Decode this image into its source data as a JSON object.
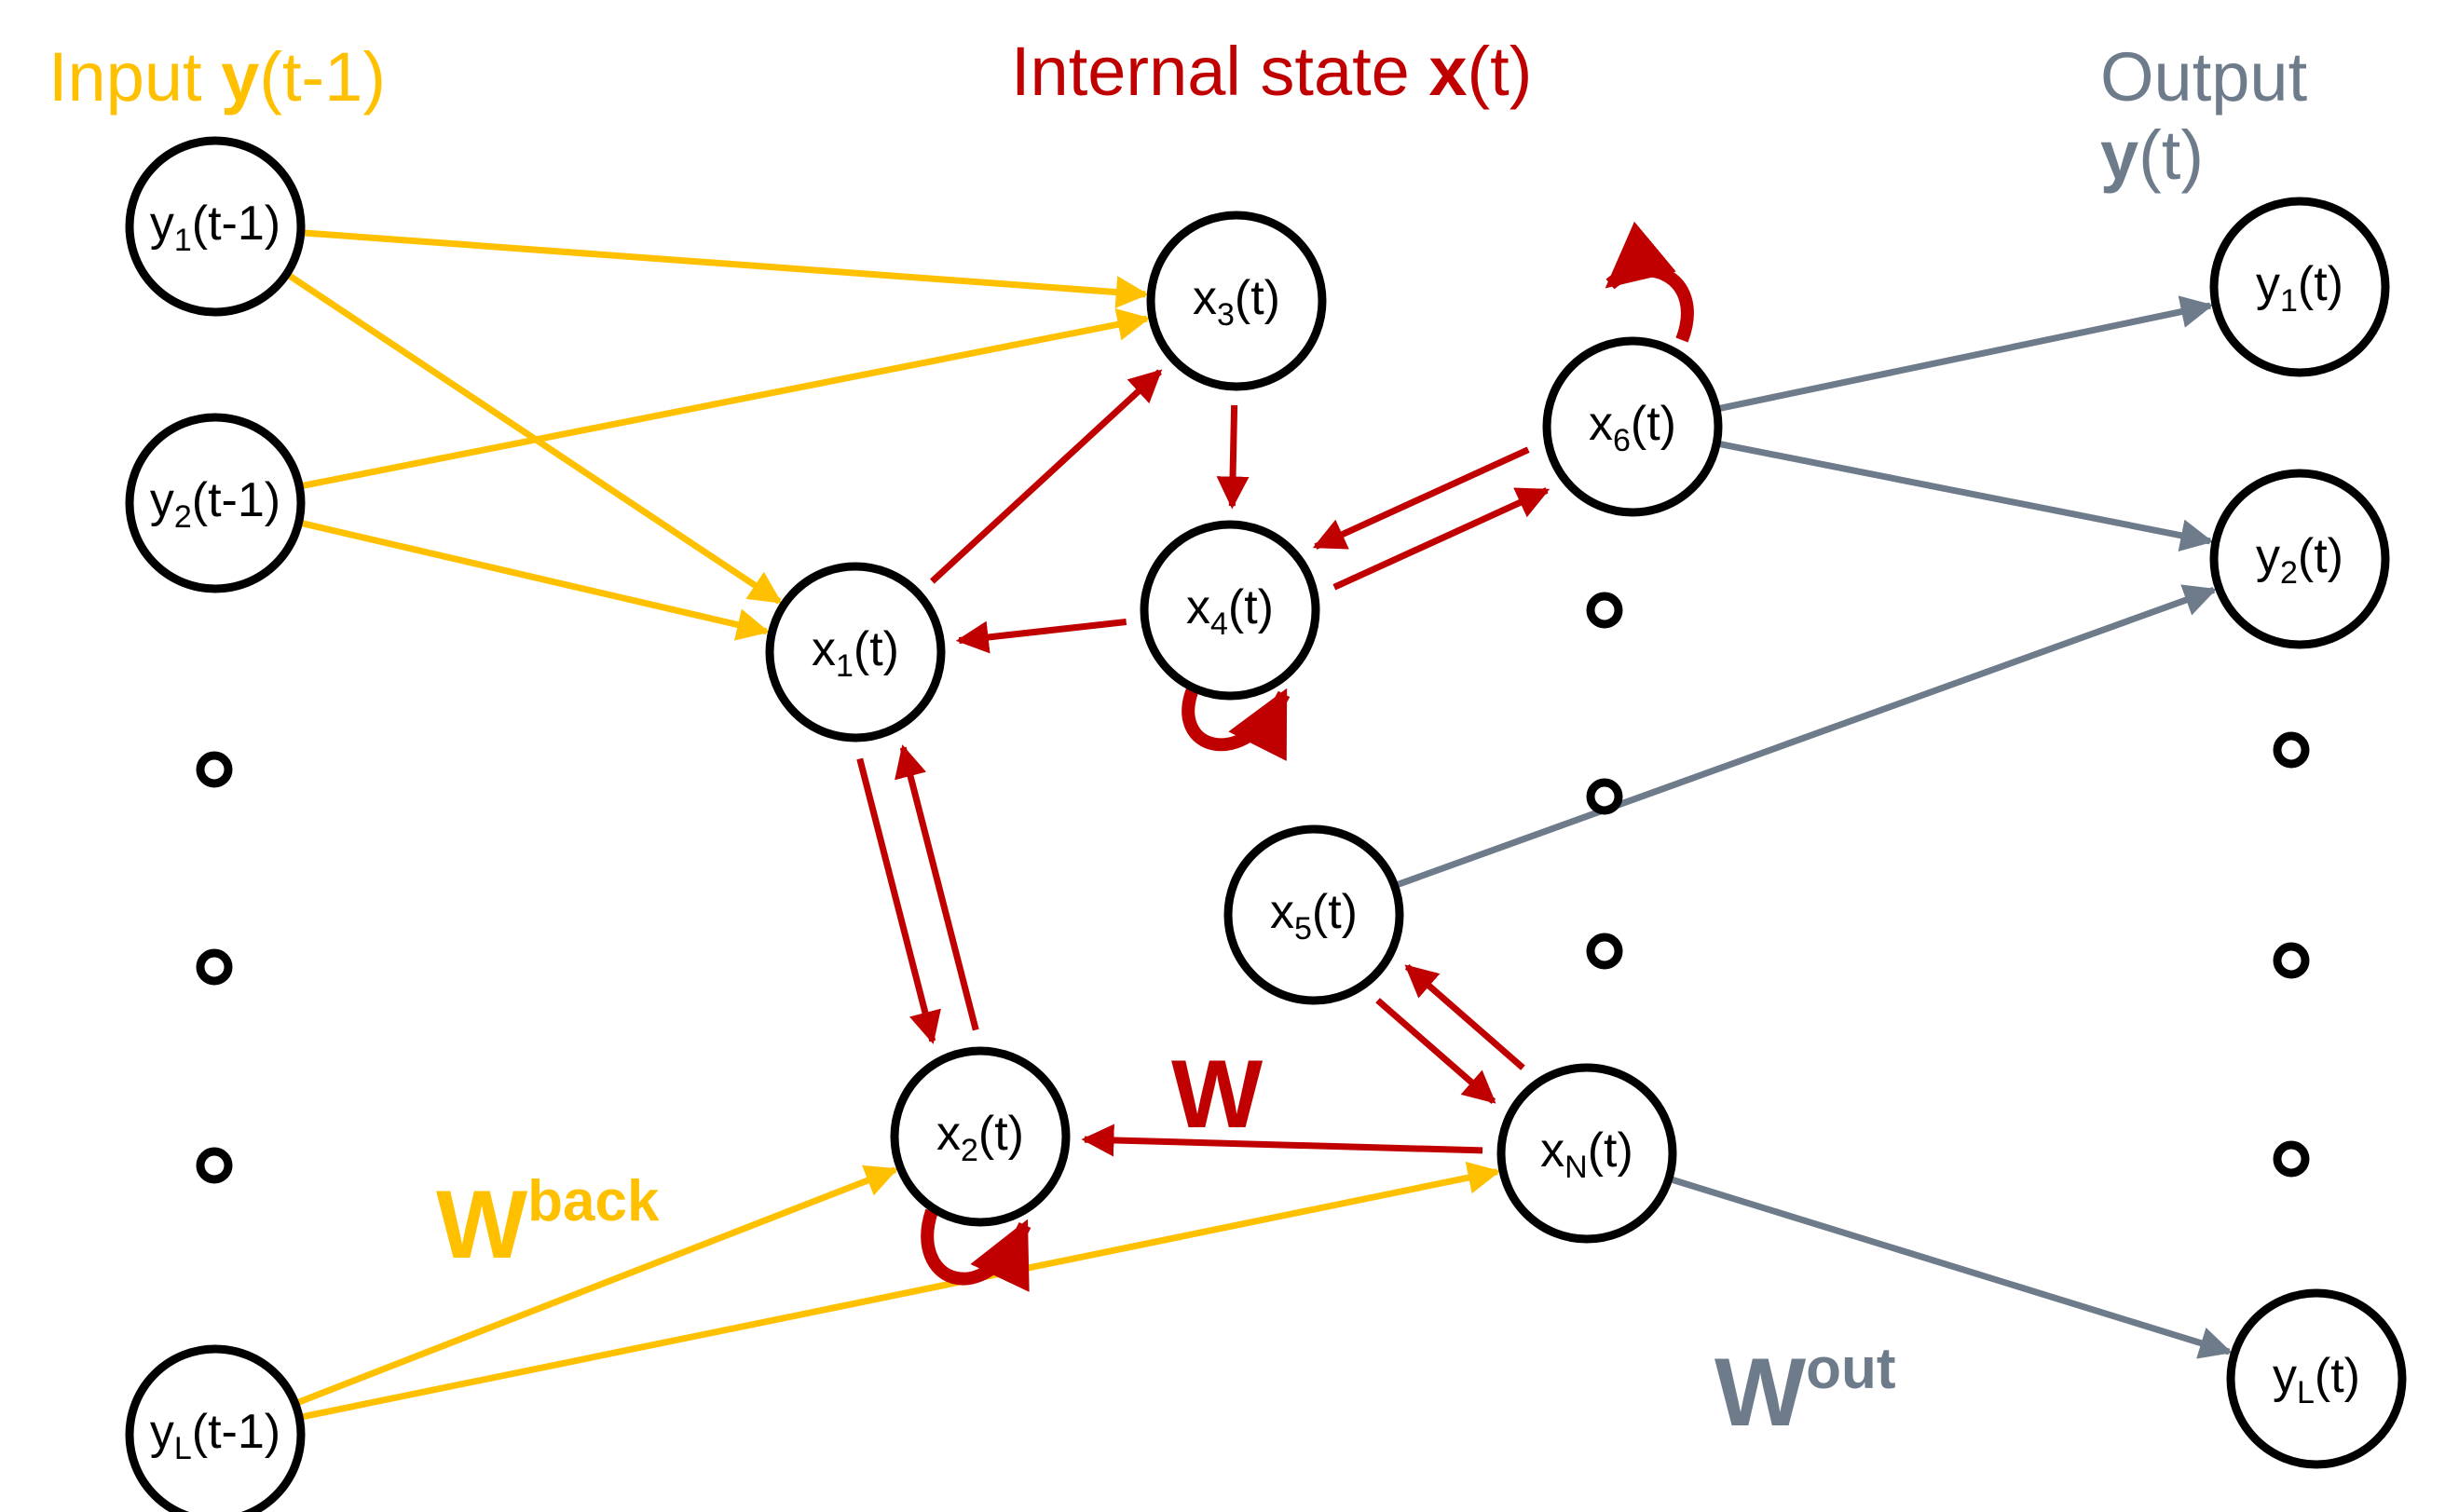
{
  "headings": {
    "input": {
      "plain_before": "Input ",
      "bold": "y",
      "plain_after": "(t-1)"
    },
    "internal": {
      "plain_before": "Internal state ",
      "bold": "x",
      "plain_after": "(t)"
    },
    "output": {
      "line1": "Output",
      "bold": "y",
      "plain_after": "(t)"
    }
  },
  "weight_labels": {
    "back": {
      "main": "W",
      "sup": "back"
    },
    "internal": {
      "main": "W"
    },
    "out": {
      "main": "W",
      "sup": "out"
    }
  },
  "nodes": {
    "y1_in": {
      "base": "y",
      "sub": "1",
      "suffix": "(t-1)"
    },
    "y2_in": {
      "base": "y",
      "sub": "2",
      "suffix": "(t-1)"
    },
    "yL_in": {
      "base": "y",
      "sub": "L",
      "suffix": "(t-1)"
    },
    "x1": {
      "base": "x",
      "sub": "1",
      "suffix": "(t)"
    },
    "x2": {
      "base": "x",
      "sub": "2",
      "suffix": "(t)"
    },
    "x3": {
      "base": "x",
      "sub": "3",
      "suffix": "(t)"
    },
    "x4": {
      "base": "x",
      "sub": "4",
      "suffix": "(t)"
    },
    "x5": {
      "base": "x",
      "sub": "5",
      "suffix": "(t)"
    },
    "x6": {
      "base": "x",
      "sub": "6",
      "suffix": "(t)"
    },
    "xN": {
      "base": "x",
      "sub": "N",
      "suffix": "(t)"
    },
    "y1_out": {
      "base": "y",
      "sub": "1",
      "suffix": "(t)"
    },
    "y2_out": {
      "base": "y",
      "sub": "2",
      "suffix": "(t)"
    },
    "yL_out": {
      "base": "y",
      "sub": "L",
      "suffix": "(t)"
    }
  },
  "colors": {
    "input": "#FFC000",
    "internal": "#C00000",
    "output": "#6E7B8B",
    "node_stroke": "#000000"
  }
}
